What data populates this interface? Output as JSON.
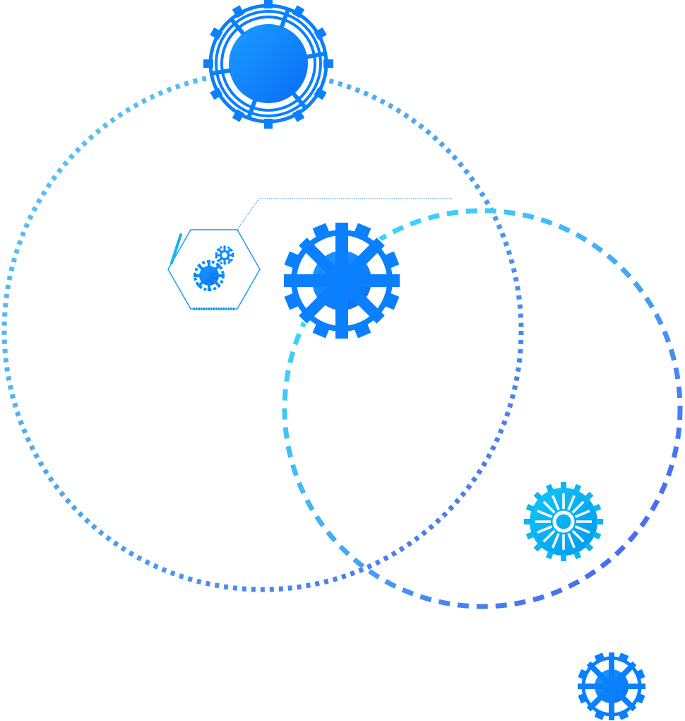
{
  "colors": {
    "primary_blue": "#0080ff",
    "deep_blue": "#1a6cf0",
    "cyan": "#00b4f0",
    "aqua": "#38e8ff",
    "indigo": "#4a6cf0",
    "sky": "#5ab8f0"
  },
  "icons": [
    "large-dotted-circle",
    "dashed-circle",
    "ringed-gear-icon",
    "main-gear-icon",
    "hexagon-gears-icon",
    "callout-leader-line",
    "sun-gear-icon",
    "small-gear-icon"
  ]
}
